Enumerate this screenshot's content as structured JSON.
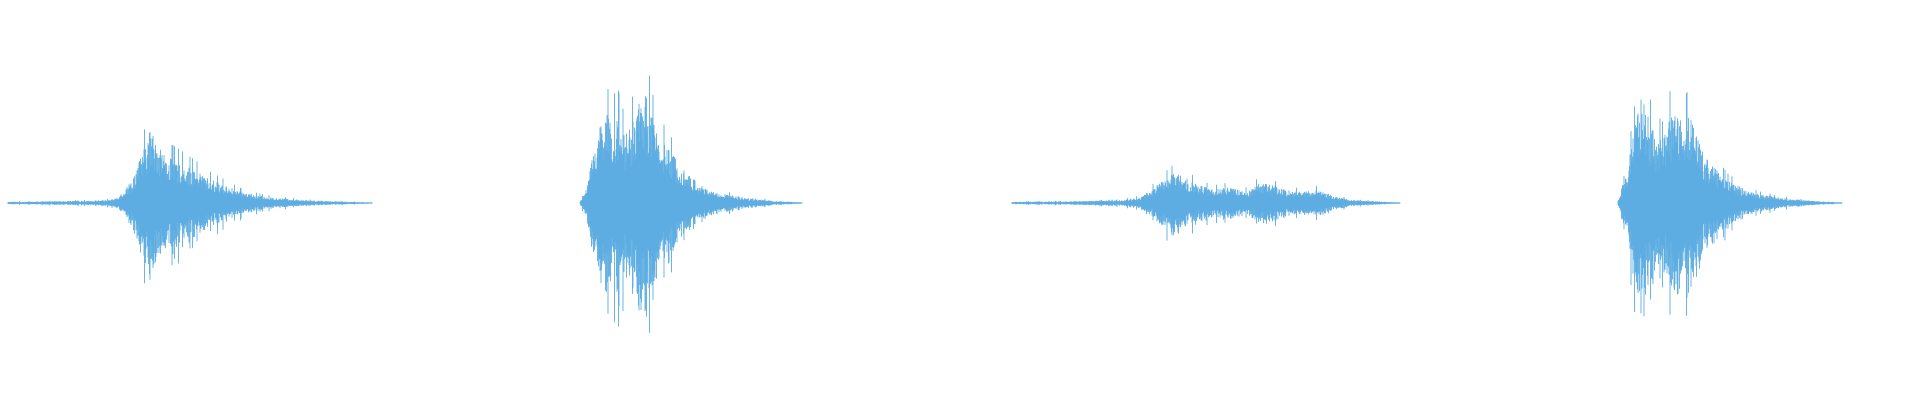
{
  "waveform_color": "#5dade2",
  "waveforms": [
    {
      "id": "clip-1",
      "peak_amplitude": 0.64,
      "envelope": [
        [
          0.0,
          0.01
        ],
        [
          0.1,
          0.014
        ],
        [
          0.18,
          0.018
        ],
        [
          0.24,
          0.022
        ],
        [
          0.29,
          0.03
        ],
        [
          0.31,
          0.08
        ],
        [
          0.34,
          0.2
        ],
        [
          0.37,
          0.45
        ],
        [
          0.39,
          0.64
        ],
        [
          0.41,
          0.55
        ],
        [
          0.43,
          0.42
        ],
        [
          0.46,
          0.38
        ],
        [
          0.49,
          0.33
        ],
        [
          0.52,
          0.28
        ],
        [
          0.55,
          0.22
        ],
        [
          0.58,
          0.18
        ],
        [
          0.61,
          0.14
        ],
        [
          0.64,
          0.1
        ],
        [
          0.68,
          0.07
        ],
        [
          0.72,
          0.05
        ],
        [
          0.76,
          0.04
        ],
        [
          0.82,
          0.025
        ],
        [
          0.9,
          0.015
        ],
        [
          1.0,
          0.005
        ]
      ]
    },
    {
      "id": "clip-2",
      "peak_amplitude": 0.97,
      "envelope": [
        [
          0.0,
          0.01
        ],
        [
          0.02,
          0.08
        ],
        [
          0.05,
          0.35
        ],
        [
          0.08,
          0.62
        ],
        [
          0.11,
          0.85
        ],
        [
          0.14,
          0.7
        ],
        [
          0.17,
          0.78
        ],
        [
          0.2,
          0.6
        ],
        [
          0.23,
          0.68
        ],
        [
          0.27,
          0.92
        ],
        [
          0.3,
          0.97
        ],
        [
          0.33,
          0.72
        ],
        [
          0.37,
          0.55
        ],
        [
          0.41,
          0.45
        ],
        [
          0.45,
          0.35
        ],
        [
          0.49,
          0.25
        ],
        [
          0.53,
          0.18
        ],
        [
          0.57,
          0.12
        ],
        [
          0.62,
          0.09
        ],
        [
          0.68,
          0.07
        ],
        [
          0.74,
          0.05
        ],
        [
          0.82,
          0.03
        ],
        [
          0.9,
          0.015
        ],
        [
          1.0,
          0.005
        ]
      ]
    },
    {
      "id": "clip-3",
      "peak_amplitude": 0.27,
      "envelope": [
        [
          0.0,
          0.01
        ],
        [
          0.1,
          0.014
        ],
        [
          0.2,
          0.018
        ],
        [
          0.28,
          0.025
        ],
        [
          0.33,
          0.05
        ],
        [
          0.36,
          0.12
        ],
        [
          0.39,
          0.2
        ],
        [
          0.42,
          0.27
        ],
        [
          0.45,
          0.22
        ],
        [
          0.48,
          0.16
        ],
        [
          0.52,
          0.12
        ],
        [
          0.56,
          0.14
        ],
        [
          0.6,
          0.1
        ],
        [
          0.64,
          0.18
        ],
        [
          0.67,
          0.16
        ],
        [
          0.7,
          0.12
        ],
        [
          0.74,
          0.1
        ],
        [
          0.78,
          0.12
        ],
        [
          0.81,
          0.09
        ],
        [
          0.84,
          0.05
        ],
        [
          0.88,
          0.025
        ],
        [
          0.94,
          0.015
        ],
        [
          1.0,
          0.005
        ]
      ]
    },
    {
      "id": "clip-4",
      "peak_amplitude": 1.0,
      "envelope": [
        [
          0.0,
          0.02
        ],
        [
          0.02,
          0.12
        ],
        [
          0.05,
          0.4
        ],
        [
          0.08,
          0.72
        ],
        [
          0.11,
          1.0
        ],
        [
          0.14,
          0.72
        ],
        [
          0.17,
          0.6
        ],
        [
          0.2,
          0.55
        ],
        [
          0.23,
          0.75
        ],
        [
          0.26,
          0.82
        ],
        [
          0.29,
          0.7
        ],
        [
          0.32,
          0.78
        ],
        [
          0.35,
          0.6
        ],
        [
          0.38,
          0.45
        ],
        [
          0.41,
          0.35
        ],
        [
          0.45,
          0.28
        ],
        [
          0.49,
          0.2
        ],
        [
          0.54,
          0.15
        ],
        [
          0.59,
          0.1
        ],
        [
          0.65,
          0.07
        ],
        [
          0.72,
          0.05
        ],
        [
          0.8,
          0.03
        ],
        [
          0.9,
          0.015
        ],
        [
          1.0,
          0.005
        ]
      ]
    }
  ]
}
